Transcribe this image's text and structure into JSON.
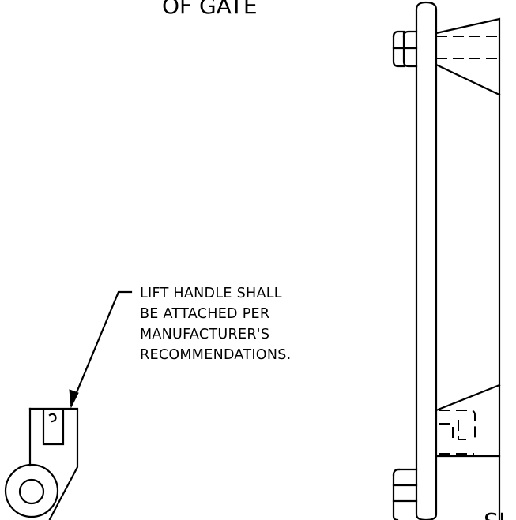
{
  "title_fragment": "OF GATE",
  "note": {
    "lines": [
      "LIFT HANDLE SHALL",
      "BE ATTACHED PER",
      "MANUFACTURER'S",
      "RECOMMENDATIONS."
    ]
  },
  "corner_fragment": "SL"
}
